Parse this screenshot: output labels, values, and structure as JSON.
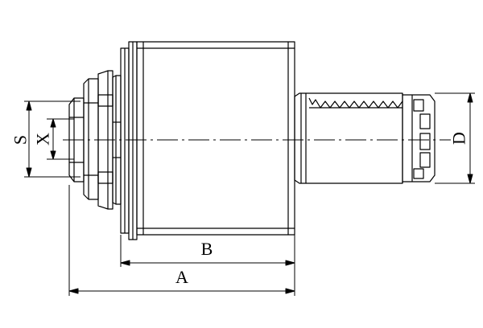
{
  "drawing": {
    "colors": {
      "line": "#000000",
      "background": "#ffffff"
    },
    "dimensions": {
      "a": "A",
      "b": "B",
      "d": "D",
      "s": "S",
      "x": "X"
    }
  }
}
